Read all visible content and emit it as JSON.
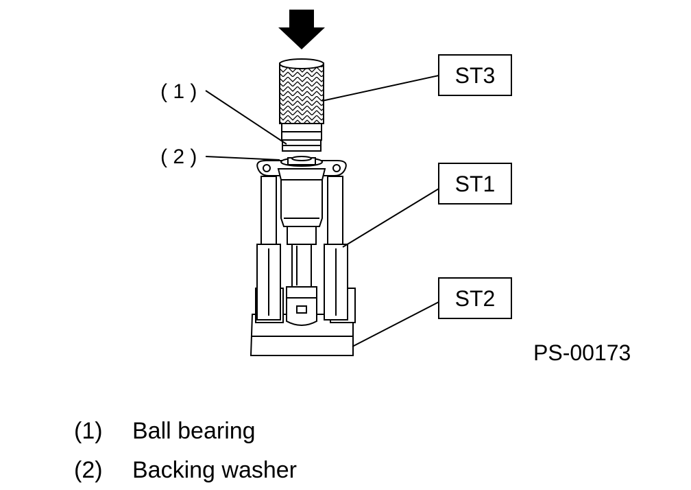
{
  "callouts": {
    "item1": "( 1 )",
    "item2": "( 2 )",
    "st3": "ST3",
    "st1": "ST1",
    "st2": "ST2"
  },
  "figure_code": "PS-00173",
  "legend": [
    {
      "num": "(1)",
      "label": "Ball bearing"
    },
    {
      "num": "(2)",
      "label": "Backing washer"
    }
  ],
  "icons": {
    "press_direction": "down-arrow-icon"
  }
}
